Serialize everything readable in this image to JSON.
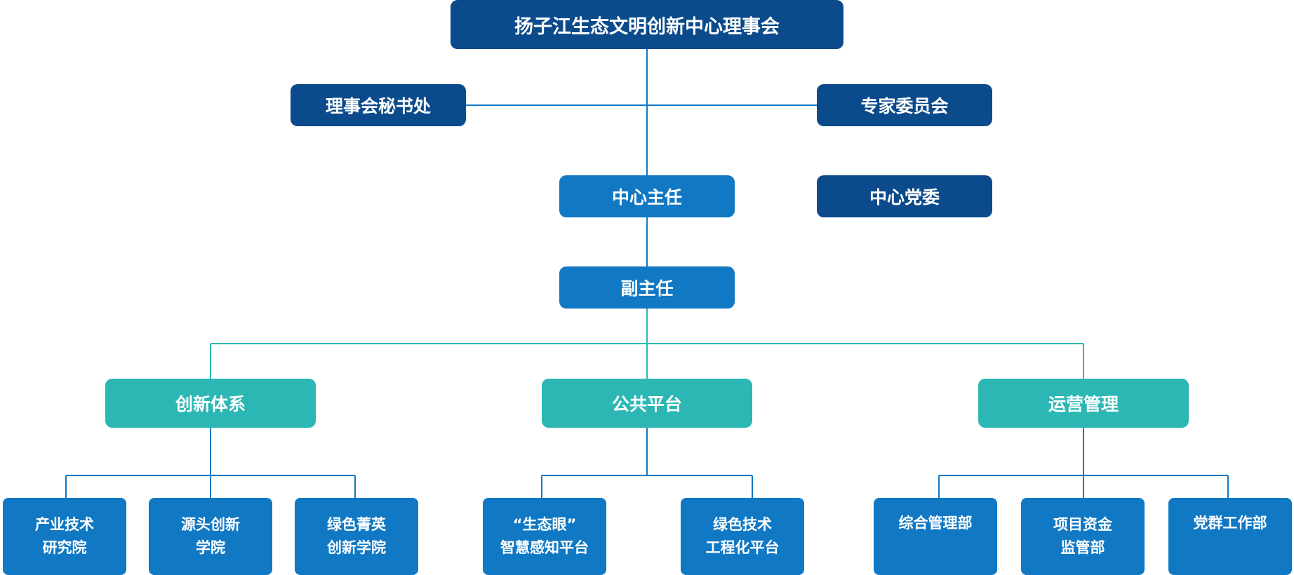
{
  "root": {
    "label": "扬子江生态文明创新中心理事会"
  },
  "secretariat": {
    "label": "理事会秘书处"
  },
  "expert_committee": {
    "label": "专家委员会"
  },
  "director": {
    "label": "中心主任"
  },
  "party_committee": {
    "label": "中心党委"
  },
  "deputy_director": {
    "label": "副主任"
  },
  "groups": [
    {
      "label": "创新体系",
      "units": [
        {
          "line1": "产业技术",
          "line2": "研究院"
        },
        {
          "line1": "源头创新",
          "line2": "学院"
        },
        {
          "line1": "绿色菁英",
          "line2": "创新学院"
        }
      ]
    },
    {
      "label": "公共平台",
      "units": [
        {
          "line1": "“生态眼”",
          "line2": "智慧感知平台"
        },
        {
          "line1": "绿色技术",
          "line2": "工程化平台"
        }
      ]
    },
    {
      "label": "运营管理",
      "units": [
        {
          "line1": "综合管理部",
          "line2": ""
        },
        {
          "line1": "项目资金",
          "line2": "监管部"
        },
        {
          "line1": "党群工作部",
          "line2": ""
        }
      ]
    }
  ],
  "colors": {
    "dark_box": "#0b4a8b",
    "mid_box": "#1178c4",
    "teal_box": "#2cb7b4",
    "connector_blue": "#1178c4",
    "connector_teal": "#2cb7b4"
  }
}
